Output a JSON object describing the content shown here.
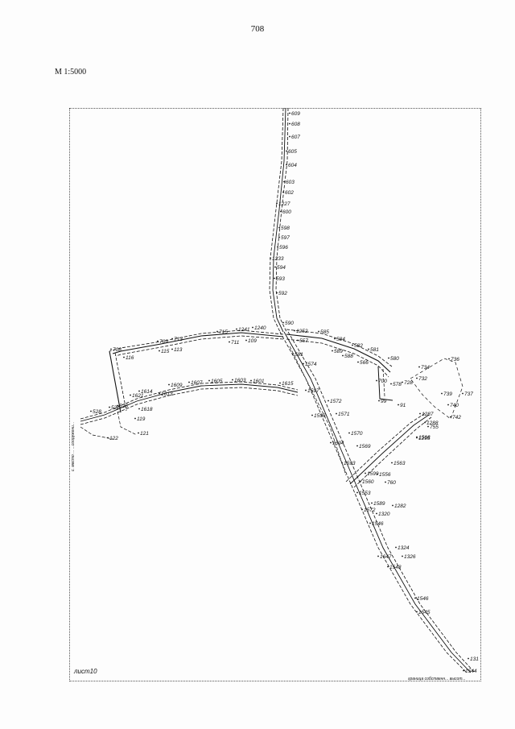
{
  "page": {
    "page_number": "708",
    "scale": "M 1:5000",
    "sheet_label": "лист10",
    "boundary_note_bottom": "граница собственн... высот...",
    "boundary_note_left": "с. место ... ...сооружени..."
  },
  "points": [
    "609",
    "608",
    "607",
    "605",
    "604",
    "603",
    "602",
    "1227",
    "600",
    "598",
    "597",
    "596",
    "1233",
    "594",
    "593",
    "592",
    "590",
    "1252",
    "585",
    "584",
    "582",
    "581",
    "580",
    "557",
    "589",
    "588",
    "566",
    "700",
    "578",
    "728",
    "732",
    "734",
    "736",
    "739",
    "737",
    "740",
    "742",
    "91",
    "99",
    "1287",
    "1288",
    "1295",
    "715",
    "1241",
    "1240",
    "711",
    "109",
    "709",
    "713",
    "708",
    "116",
    "115",
    "113",
    "1574",
    "581",
    "1597",
    "1572",
    "1596",
    "1571",
    "1570",
    "1594",
    "1569",
    "1593",
    "1563",
    "1599",
    "1556",
    "1560",
    "760",
    "1553",
    "1589",
    "1282",
    "1572",
    "1320",
    "1546",
    "1324",
    "1647",
    "1326",
    "1548",
    "1546",
    "1545",
    "131",
    "1544",
    "1609",
    "1607",
    "1605",
    "1603",
    "1601",
    "1615",
    "1614",
    "1621",
    "1613",
    "1618",
    "527",
    "525",
    "528",
    "119",
    "121",
    "122",
    "1566",
    "755"
  ]
}
